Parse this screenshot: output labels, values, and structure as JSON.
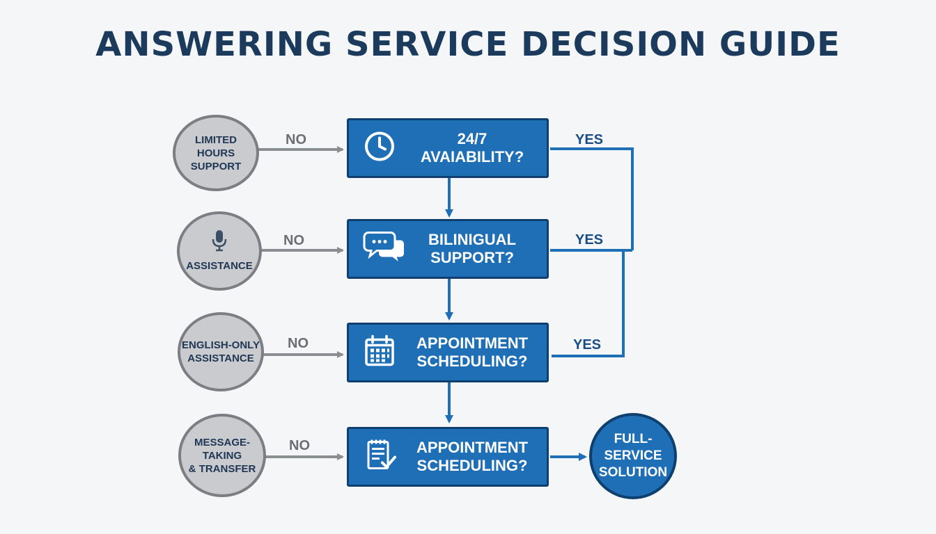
{
  "title": "ANSWERING SERVICE DECISION GUIDE",
  "colors": {
    "accent_blue": "#1f6fb6",
    "dark_navy": "#0f3f6e",
    "node_gray": "#c9cbce",
    "connector_gray": "#8a8d91"
  },
  "decisions": [
    {
      "icon": "clock-icon",
      "line1": "24/7",
      "line2": "AVAIABILITY?"
    },
    {
      "icon": "chat-bubbles-icon",
      "line1": "BILINIGUAL",
      "line2": "SUPPORT?"
    },
    {
      "icon": "calendar-icon",
      "line1": "APPOINTMENT",
      "line2": "SCHEDULING?"
    },
    {
      "icon": "checklist-icon",
      "line1": "APPOINTMENT",
      "line2": "SCHEDULING?"
    }
  ],
  "no_outcomes": [
    {
      "line1": "LIMITED HOURS",
      "line2": "SUPPORT",
      "icon": ""
    },
    {
      "line1": "ASSISTANCE",
      "line2": "",
      "icon": "microphone-icon"
    },
    {
      "line1": "ENGLISH-ONLY",
      "line2": "ASSISTANCE",
      "icon": ""
    },
    {
      "line1": "MESSAGE-TAKING",
      "line2": "& TRANSFER",
      "icon": ""
    }
  ],
  "labels": {
    "no": "NO",
    "yes": "YES"
  },
  "final": {
    "line1": "FULL-SERVICE",
    "line2": "SOLUTION"
  }
}
